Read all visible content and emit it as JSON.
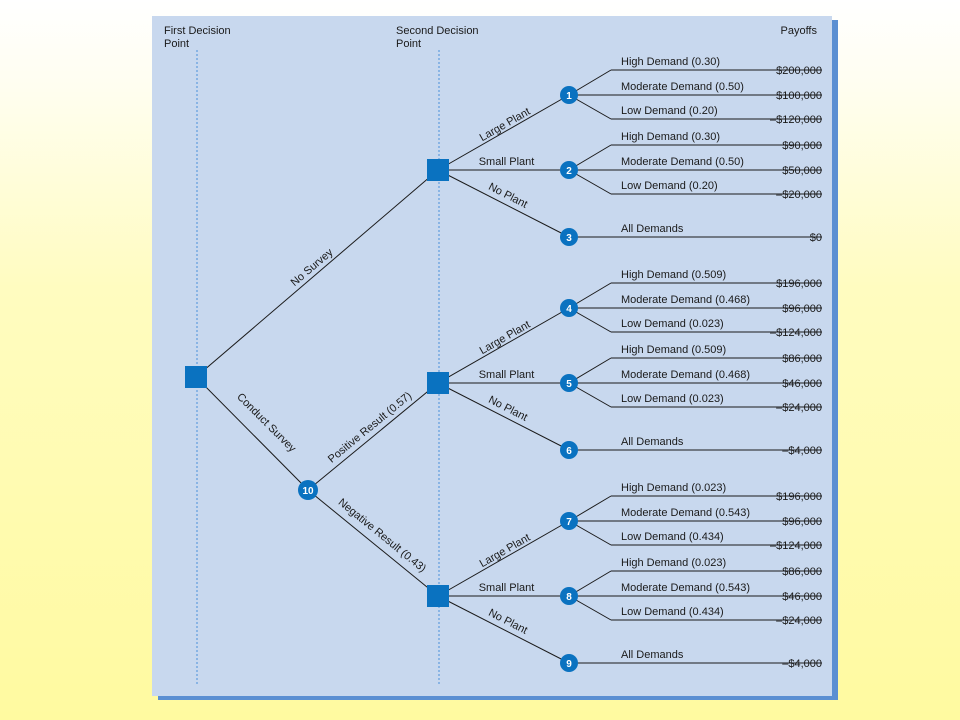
{
  "headers": {
    "first_line1": "First Decision",
    "first_line2": "Point",
    "second_line1": "Second Decision",
    "second_line2": "Point",
    "payoffs": "Payoffs"
  },
  "colors": {
    "panel": "#c8d8ee",
    "node": "#0a72c0",
    "line": "#1a1a1a",
    "dotted": "#4a90d9"
  },
  "root_branches": {
    "no_survey": "No Survey",
    "conduct_survey": "Conduct Survey"
  },
  "survey_branches": {
    "positive": "Positive Result (0.57)",
    "negative": "Negative Result (0.43)"
  },
  "decision_nodes": [
    {
      "id": "no-survey",
      "branches": [
        {
          "label": "Large Plant",
          "node": "1",
          "outcomes": [
            {
              "label": "High Demand (0.30)",
              "payoff": "$200,000"
            },
            {
              "label": "Moderate Demand (0.50)",
              "payoff": "$100,000"
            },
            {
              "label": "Low Demand (0.20)",
              "payoff": "–$120,000"
            }
          ]
        },
        {
          "label": "Small Plant",
          "node": "2",
          "outcomes": [
            {
              "label": "High Demand (0.30)",
              "payoff": "$90,000"
            },
            {
              "label": "Moderate Demand (0.50)",
              "payoff": "$50,000"
            },
            {
              "label": "Low Demand (0.20)",
              "payoff": "–$20,000"
            }
          ]
        },
        {
          "label": "No Plant",
          "node": "3",
          "outcomes": [
            {
              "label": "All Demands",
              "payoff": "$0"
            }
          ]
        }
      ]
    },
    {
      "id": "positive",
      "branches": [
        {
          "label": "Large Plant",
          "node": "4",
          "outcomes": [
            {
              "label": "High Demand (0.509)",
              "payoff": "$196,000"
            },
            {
              "label": "Moderate Demand (0.468)",
              "payoff": "$96,000"
            },
            {
              "label": "Low Demand (0.023)",
              "payoff": "–$124,000"
            }
          ]
        },
        {
          "label": "Small Plant",
          "node": "5",
          "outcomes": [
            {
              "label": "High Demand (0.509)",
              "payoff": "$86,000"
            },
            {
              "label": "Moderate Demand (0.468)",
              "payoff": "$46,000"
            },
            {
              "label": "Low Demand (0.023)",
              "payoff": "–$24,000"
            }
          ]
        },
        {
          "label": "No Plant",
          "node": "6",
          "outcomes": [
            {
              "label": "All Demands",
              "payoff": "–$4,000"
            }
          ]
        }
      ]
    },
    {
      "id": "negative",
      "branches": [
        {
          "label": "Large Plant",
          "node": "7",
          "outcomes": [
            {
              "label": "High Demand (0.023)",
              "payoff": "$196,000"
            },
            {
              "label": "Moderate Demand (0.543)",
              "payoff": "$96,000"
            },
            {
              "label": "Low Demand (0.434)",
              "payoff": "–$124,000"
            }
          ]
        },
        {
          "label": "Small Plant",
          "node": "8",
          "outcomes": [
            {
              "label": "High Demand (0.023)",
              "payoff": "$86,000"
            },
            {
              "label": "Moderate Demand (0.543)",
              "payoff": "$46,000"
            },
            {
              "label": "Low Demand (0.434)",
              "payoff": "–$24,000"
            }
          ]
        },
        {
          "label": "No Plant",
          "node": "9",
          "outcomes": [
            {
              "label": "All Demands",
              "payoff": "–$4,000"
            }
          ]
        }
      ]
    }
  ],
  "survey_node": "10"
}
